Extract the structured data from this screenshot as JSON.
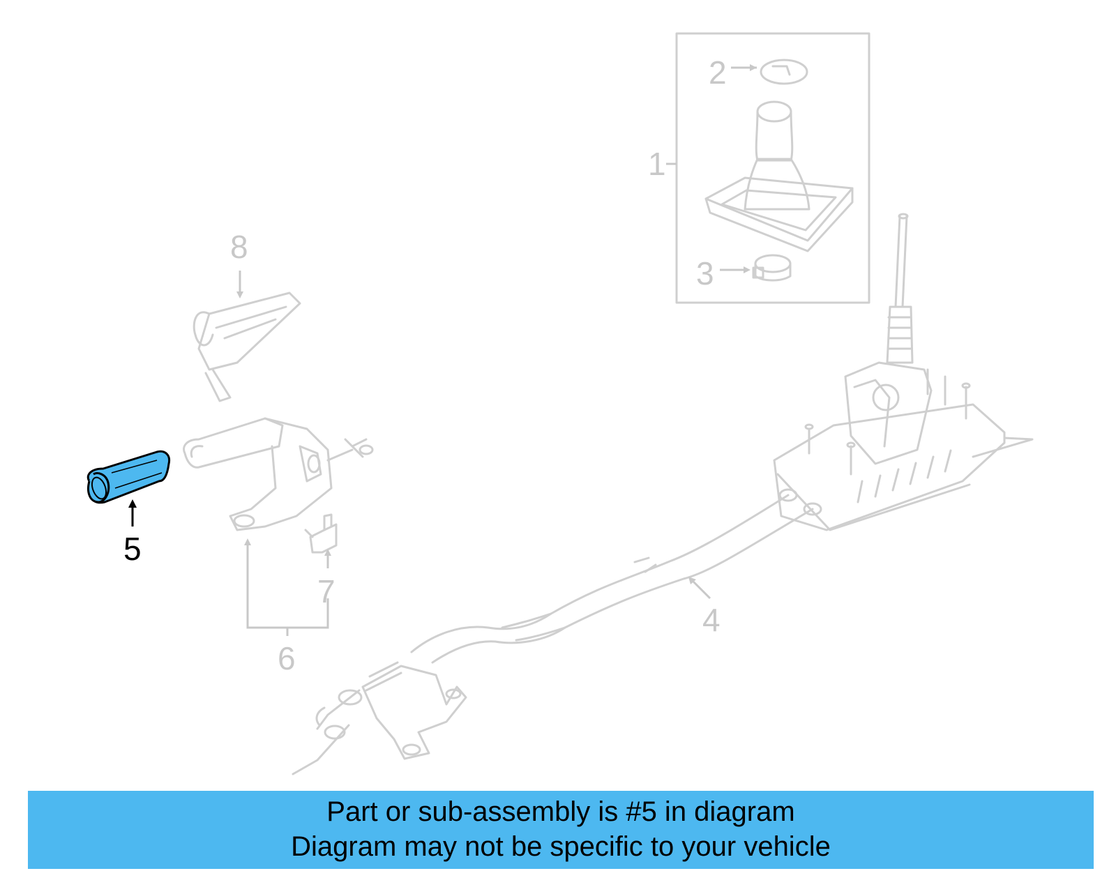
{
  "callouts": {
    "c1": "1",
    "c2": "2",
    "c3": "3",
    "c4": "4",
    "c5": "5",
    "c6": "6",
    "c7": "7",
    "c8": "8"
  },
  "caption": {
    "line1": "Part or sub-assembly is #5 in diagram",
    "line2": "Diagram may not be specific to your vehicle"
  },
  "colors": {
    "highlight_part": "#4db8f0",
    "caption_background": "#4db8f0",
    "faded_parts": "#cfcfcf"
  },
  "highlighted_part": "5"
}
